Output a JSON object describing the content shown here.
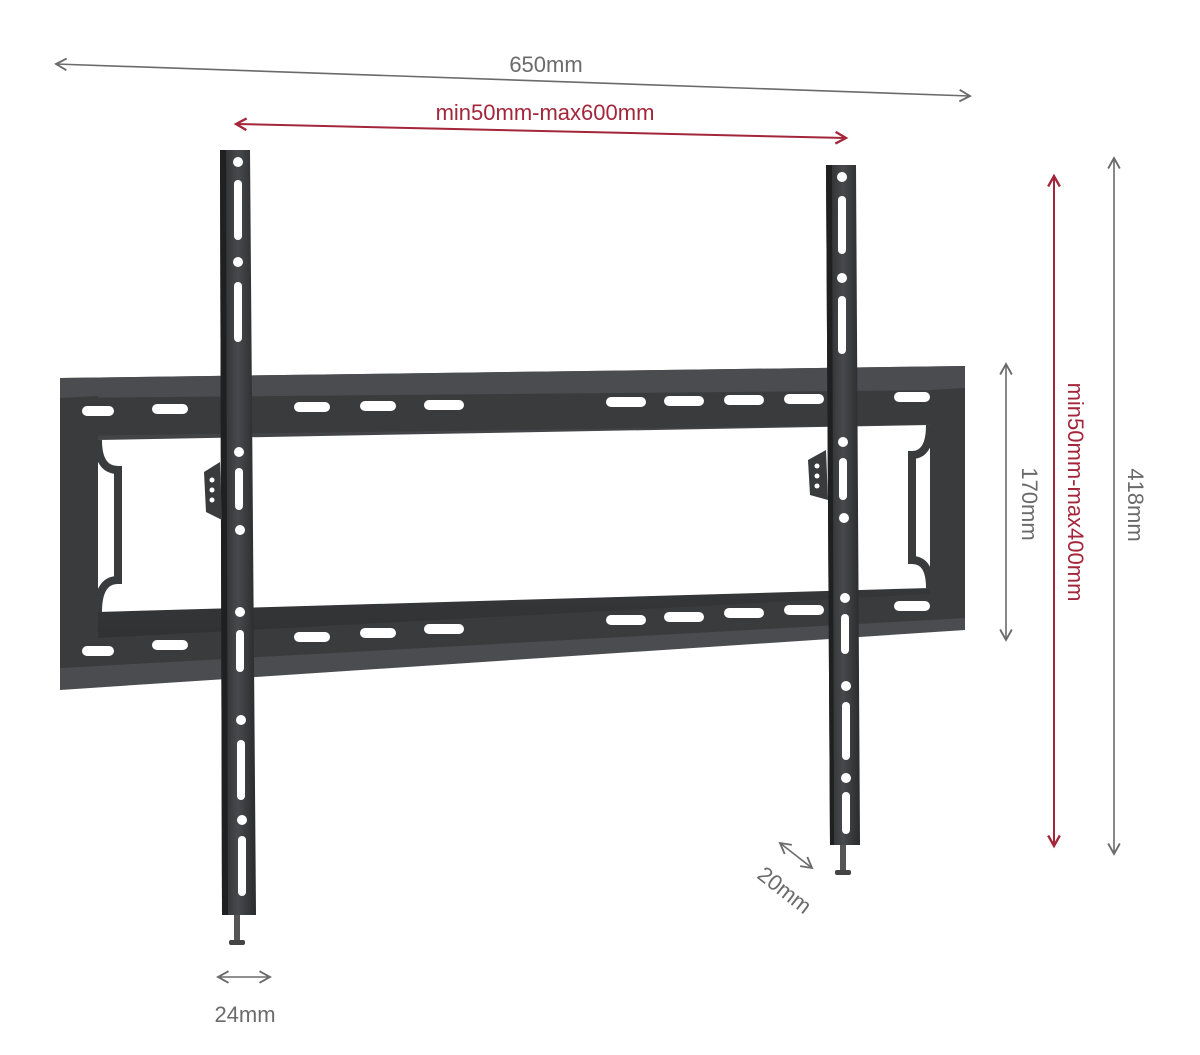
{
  "diagram": {
    "colors": {
      "metal": "#3a3b3d",
      "metal_dark": "#1f2022",
      "metal_light": "#5a5b5e",
      "dim_gray": "#6b6b6b",
      "dim_red": "#a3263a",
      "background": "#ffffff"
    },
    "dimensions": {
      "overall_width": "650mm",
      "vesa_horizontal": "min50mm-max600mm",
      "vesa_vertical": "min50mm-max400mm",
      "overall_height": "418mm",
      "wall_plate_height": "170mm",
      "arm_depth": "20mm",
      "arm_width": "24mm"
    }
  }
}
